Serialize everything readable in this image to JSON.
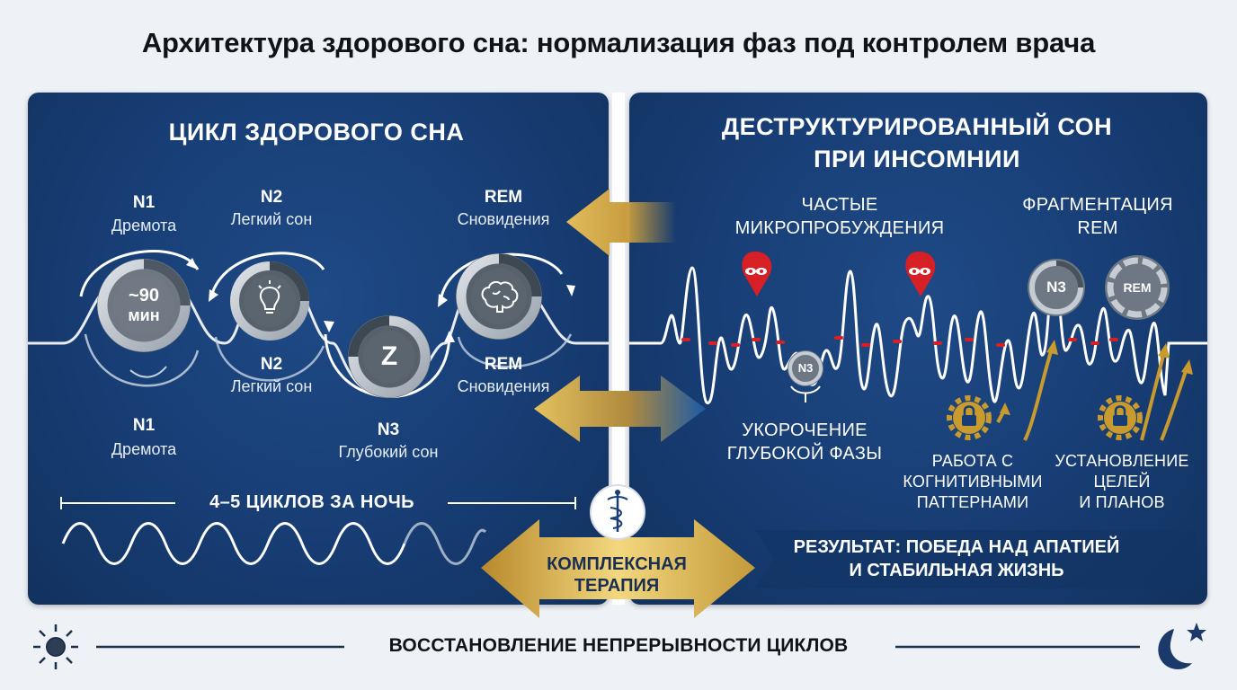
{
  "title": "Архитектура здорового сна: нормализация фаз под контролем врача",
  "left_panel": {
    "heading": "ЦИКЛ ЗДОРОВОГО СНА",
    "cycle_center_value": "~90",
    "cycle_center_unit": "мин",
    "stage_n1_top": {
      "code": "N1",
      "name": "Дремота"
    },
    "stage_n2_top": {
      "code": "N2",
      "name": "Легкий сон"
    },
    "stage_rem_top": {
      "code": "REM",
      "name": "Сновидения"
    },
    "stage_n2_mid": {
      "code": "N2",
      "name": "Легкий сон"
    },
    "stage_rem_mid": {
      "code": "REM",
      "name": "Сновидения"
    },
    "stage_n1_bottom": {
      "code": "N1",
      "name": "Дремота"
    },
    "stage_n3": {
      "code": "N3",
      "name": "Глубокий сон"
    },
    "deep_icon_letter": "Z",
    "cycles_label": "4–5 ЦИКЛОВ ЗА НОЧЬ"
  },
  "right_panel": {
    "heading_line1": "ДЕСТРУКТУРИРОВАННЫЙ СОН",
    "heading_line2": "ПРИ ИНСОМНИИ",
    "micro_awakenings_line1": "ЧАСТЫЕ",
    "micro_awakenings_line2": "МИКРОПРОБУЖДЕНИЯ",
    "rem_fragmentation_line1": "ФРАГМЕНТАЦИЯ",
    "rem_fragmentation_line2": "REM",
    "badge_n3_small": "N3",
    "badge_n3_right": "N3",
    "badge_rem_right": "REM",
    "deep_shortening_line1": "УКОРОЧЕНИЕ",
    "deep_shortening_line2": "ГЛУБОКОЙ ФАЗЫ",
    "cognitive_line1": "РАБОТА С",
    "cognitive_line2": "КОГНИТИВНЫМИ",
    "cognitive_line3": "ПАТТЕРНАМИ",
    "goals_line1": "УСТАНОВЛЕНИЕ",
    "goals_line2": "ЦЕЛЕЙ",
    "goals_line3": "И ПЛАНОВ",
    "result_line1": "РЕЗУЛЬТАТ: ПОБЕДА НАД АПАТИЕЙ",
    "result_line2": "И СТАБИЛЬНАЯ ЖИЗНЬ"
  },
  "therapy_line1": "КОМПЛЕКСНАЯ",
  "therapy_line2": "ТЕРАПИЯ",
  "footer_label": "ВОССТАНОВЛЕНИЕ НЕПРЕРЫВНОСТИ ЦИКЛОВ",
  "icons": [
    "sun-icon",
    "moon-star-icon",
    "caduceus-icon",
    "lightbulb-icon",
    "brain-icon",
    "alert-eye-icon",
    "lock-gear-icon",
    "arrow-up-icon"
  ],
  "colors": {
    "panel_blue": "#173d74",
    "gold": "#d9b451",
    "alert_red": "#d71f26",
    "white": "#ffffff",
    "text_dark": "#101418"
  }
}
